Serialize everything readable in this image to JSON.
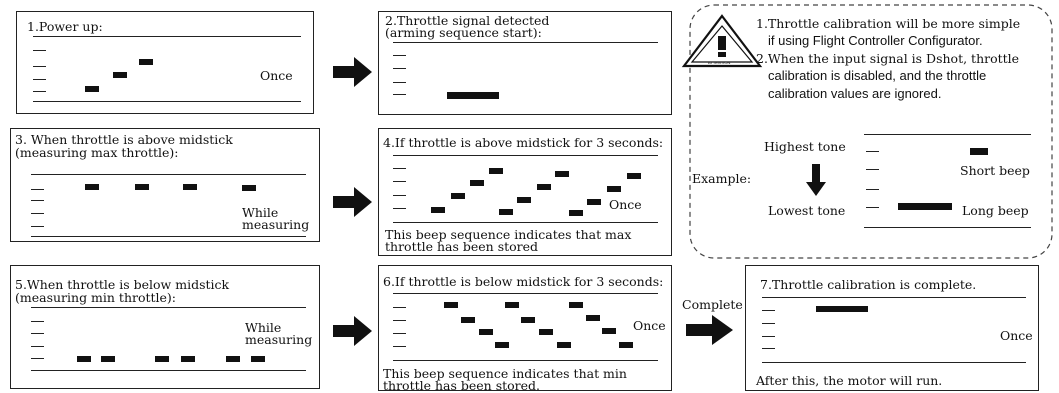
{
  "step1": {
    "title": "1.Power up:",
    "label": "Once"
  },
  "step2": {
    "title_line1": "2.Throttle signal detected",
    "title_line2": "(arming sequence start):"
  },
  "step3": {
    "title_line1": "3. When throttle is above midstick",
    "title_line2": "(measuring max throttle):",
    "label_line1": "While",
    "label_line2": "measuring"
  },
  "step4": {
    "title": "4.If throttle is above midstick for 3 seconds:",
    "label": "Once",
    "note_line1": "This beep sequence indicates that max",
    "note_line2": "throttle has been stored"
  },
  "step5": {
    "title_line1": "5.When throttle is below midstick",
    "title_line2": "(measuring min throttle):",
    "label_line1": "While",
    "label_line2": "measuring"
  },
  "step6": {
    "title": "6.If throttle is below midstick for 3 seconds:",
    "label": "Once",
    "note_line1": "This beep sequence indicates that min",
    "note_line2": "throttle has been stored."
  },
  "complete_label": "Complete",
  "step7": {
    "title": "7.Throttle calibration is complete.",
    "label": "Once",
    "note": "After this, the motor will run."
  },
  "notice": {
    "icon_text": "ATTENTION",
    "note1_line1": "1.Throttle calibration will be more simple",
    "note1_line2": "if using Flight Controller Configurator.",
    "note2_line1": "2.When the input signal is Dshot, throttle",
    "note2_line2": "calibration is disabled, and the throttle",
    "note2_line3": "calibration values are ignored."
  },
  "example": {
    "label": "Example:",
    "highest": "Highest tone",
    "lowest": "Lowest tone",
    "short_beep": "Short beep",
    "long_beep": "Long beep"
  }
}
